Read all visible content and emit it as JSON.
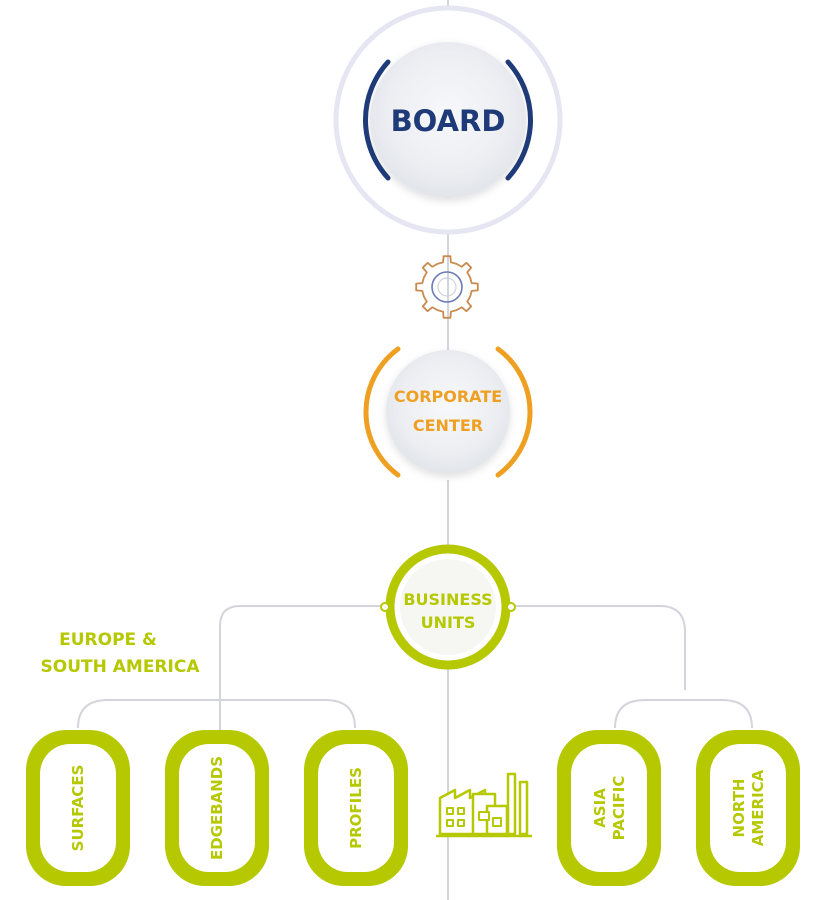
{
  "nodes": {
    "board": {
      "label": "BOARD"
    },
    "corporate_center": {
      "line1": "CORPORATE",
      "line2": "CENTER"
    },
    "business_units": {
      "line1": "BUSINESS",
      "line2": "UNITS"
    },
    "region_label": {
      "line1": "EUROPE &",
      "line2": "SOUTH AMERICA"
    },
    "units": {
      "surfaces": {
        "label": "SURFACES"
      },
      "edgebands": {
        "label": "EDGEBANDS"
      },
      "profiles": {
        "label": "PROFILES"
      },
      "asia_pacific": {
        "line1": "ASIA",
        "line2": "PACIFIC"
      },
      "north_america": {
        "line1": "NORTH",
        "line2": "AMERICA"
      }
    }
  },
  "colors": {
    "navy": "#1e3a78",
    "orange": "#eea022",
    "green": "#b5c800",
    "line": "#d4d4dc",
    "board_ring": "#e6e6f3",
    "disc": "#eef0f3"
  },
  "icons": [
    "gear-icon",
    "factory-icon"
  ]
}
